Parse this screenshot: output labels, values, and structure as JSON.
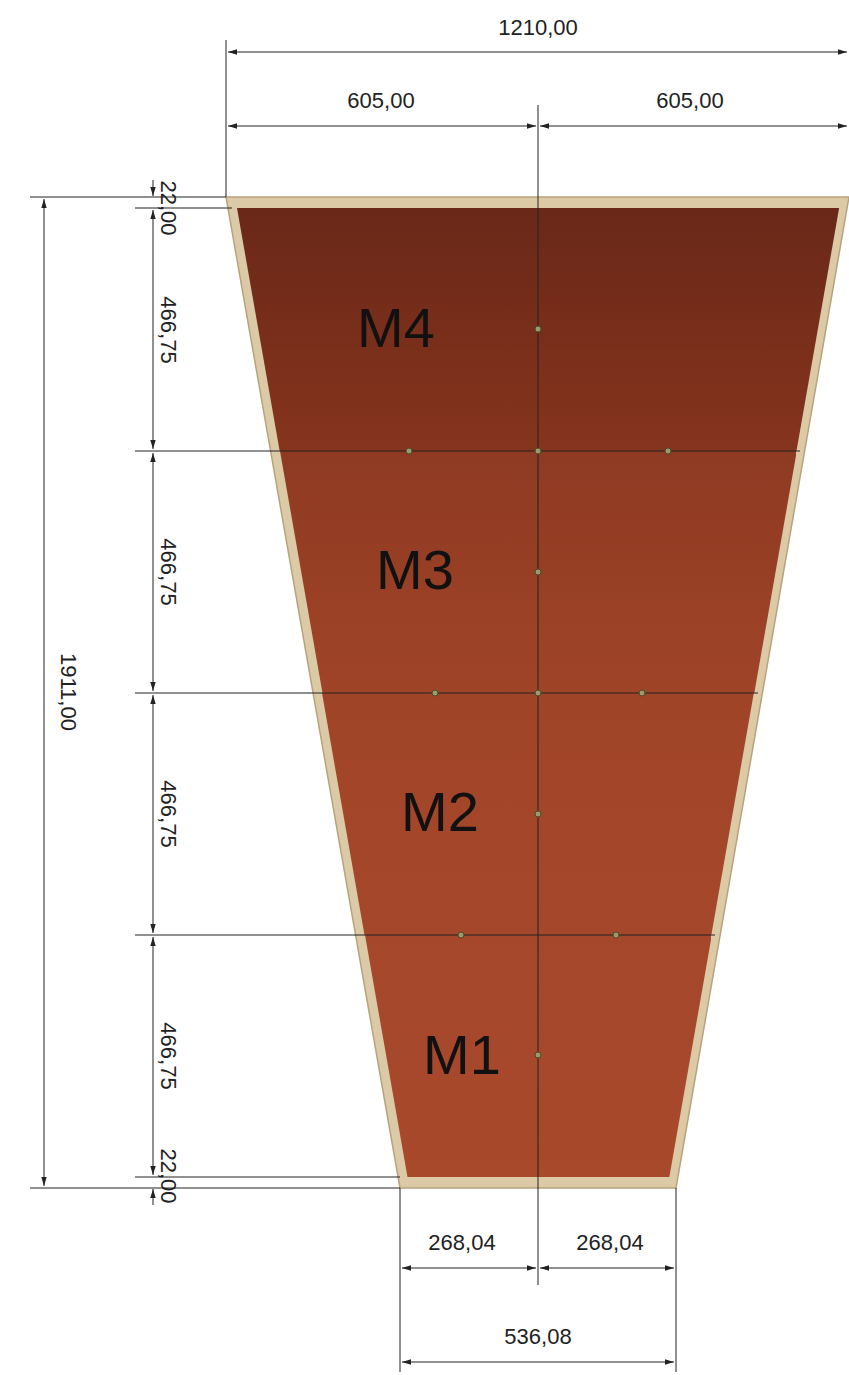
{
  "diagram": {
    "nodes": [
      {
        "text": [
          "M4"
        ]
      },
      {
        "text": [
          "M3"
        ]
      },
      {
        "text": [
          "M2"
        ]
      },
      {
        "text": [
          "M1"
        ]
      }
    ],
    "labels": [
      "1210,00",
      "605,00",
      "605,00",
      "22,00",
      "466,75",
      "466,75",
      "466,75",
      "466,75",
      "22,00",
      "1911,00",
      "268,04",
      "268,04",
      "536,08"
    ]
  }
}
